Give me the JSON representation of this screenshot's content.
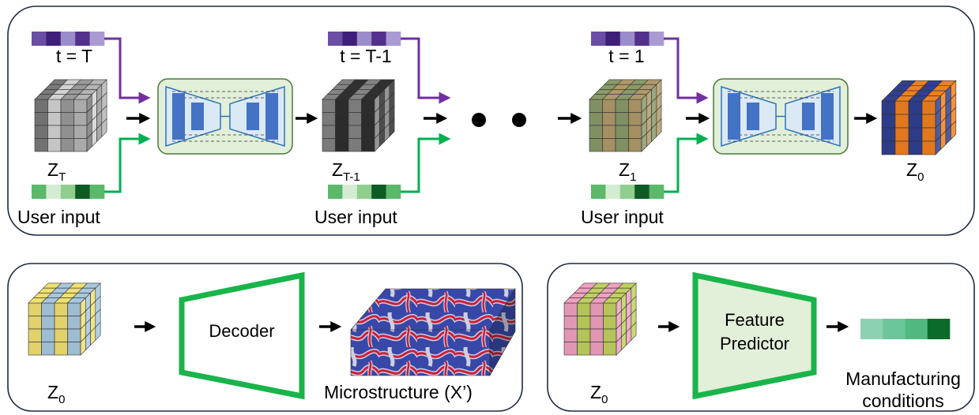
{
  "timesteps": [
    {
      "time_label": "t = T",
      "latent_main": "Z",
      "latent_sub": "T",
      "user_input_label": "User input"
    },
    {
      "time_label": "t = T-1",
      "latent_main": "Z",
      "latent_sub": "T-1",
      "user_input_label": "User input"
    },
    {
      "time_label": "t = 1",
      "latent_main": "Z",
      "latent_sub": "1",
      "user_input_label": "User input"
    }
  ],
  "output_latent": {
    "main": "Z",
    "sub": "0"
  },
  "decoder_panel": {
    "latent_main": "Z",
    "latent_sub": "0",
    "decoder_label": "Decoder",
    "output_label": "Microstructure (X’)"
  },
  "predictor_panel": {
    "latent_main": "Z",
    "latent_sub": "0",
    "predictor_line1": "Feature",
    "predictor_line2": "Predictor",
    "output_line1": "Manufacturing",
    "output_line2": "conditions"
  },
  "colors": {
    "time_embedding": [
      "#6a4ea3",
      "#3f1e7a",
      "#9a8cc8",
      "#53308c",
      "#a99bd2"
    ],
    "user_input_embedding": [
      "#5cb86a",
      "#d4ecd3",
      "#8fce8f",
      "#0f5b24",
      "#5cb86a"
    ],
    "manufacturing_conditions": [
      "#8bd1b2",
      "#6cc69b",
      "#4fb97f",
      "#0b6b2a"
    ],
    "arrow_time": "#7030a0",
    "arrow_user": "#00b050",
    "network_fill": "#e2efd9",
    "network_blocks": "#4472c4",
    "network_lines": "#2e75b6",
    "trapezoid_stroke": "#19b44a",
    "trapezoid_fill": "#e2efd9",
    "microstructure": [
      "#3848a8",
      "#cc1f3a",
      "#ccccdd"
    ]
  },
  "icons": [
    "noise-cube-icon",
    "unet-icon",
    "ellipsis-dots-icon",
    "decoder-trapezoid-icon",
    "predictor-trapezoid-icon",
    "microstructure-block-icon"
  ]
}
